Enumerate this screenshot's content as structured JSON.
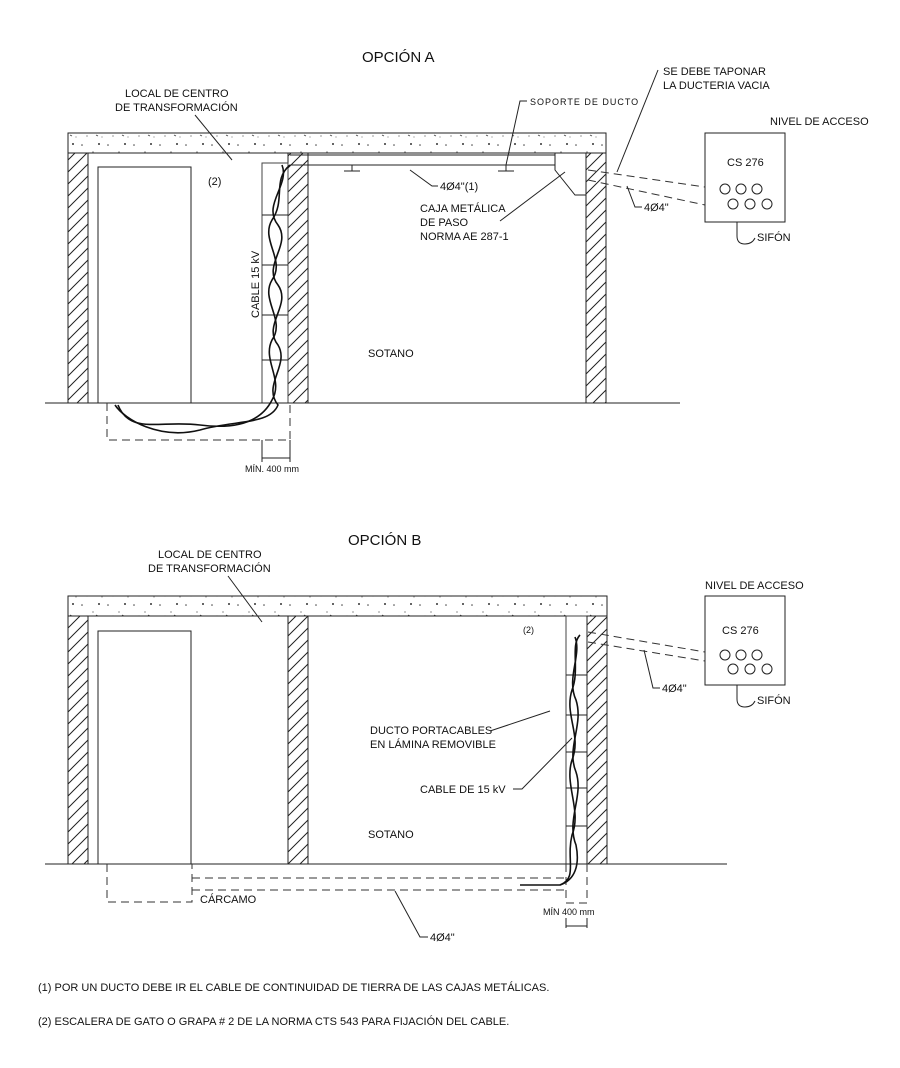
{
  "option_a": {
    "title": "OPCIÓN A",
    "local_line1": "LOCAL DE CENTRO",
    "local_line2": "DE TRANSFORMACIÓN",
    "note_ref": "(2)",
    "soporte": "SOPORTE DE DUCTO",
    "duct_inner": "4Ø4\"(1)",
    "caja_line1": "CAJA METÁLICA",
    "caja_line2": "DE PASO",
    "caja_line3": "NORMA AE 287-1",
    "taponar_line1": "SE DEBE TAPONAR",
    "taponar_line2": "LA DUCTERIA VACIA",
    "nivel": "NIVEL DE ACCESO",
    "box": "CS 276",
    "duct_outer": "4Ø4\"",
    "sifon": "SIFÓN",
    "cable": "CABLE 15 kV",
    "sotano": "SOTANO",
    "min": "MÍN. 400 mm"
  },
  "option_b": {
    "title": "OPCIÓN B",
    "local_line1": "LOCAL DE CENTRO",
    "local_line2": "DE TRANSFORMACIÓN",
    "note_ref": "(2)",
    "nivel": "NIVEL DE ACCESO",
    "box": "CS 276",
    "duct_outer": "4Ø4\"",
    "sifon": "SIFÓN",
    "ducto_line1": "DUCTO PORTACABLES",
    "ducto_line2": "EN LÁMINA REMOVIBLE",
    "cable": "CABLE DE 15 kV",
    "sotano": "SOTANO",
    "carcamo": "CÁRCAMO",
    "min": "MÍN 400 mm",
    "duct_bottom": "4Ø4\""
  },
  "notes": [
    "(1) POR UN DUCTO DEBE IR EL CABLE DE CONTINUIDAD DE TIERRA DE LAS CAJAS METÁLICAS.",
    "(2) ESCALERA DE GATO O GRAPA # 2  DE LA NORMA CTS 543 PARA FIJACIÓN DEL CABLE."
  ]
}
